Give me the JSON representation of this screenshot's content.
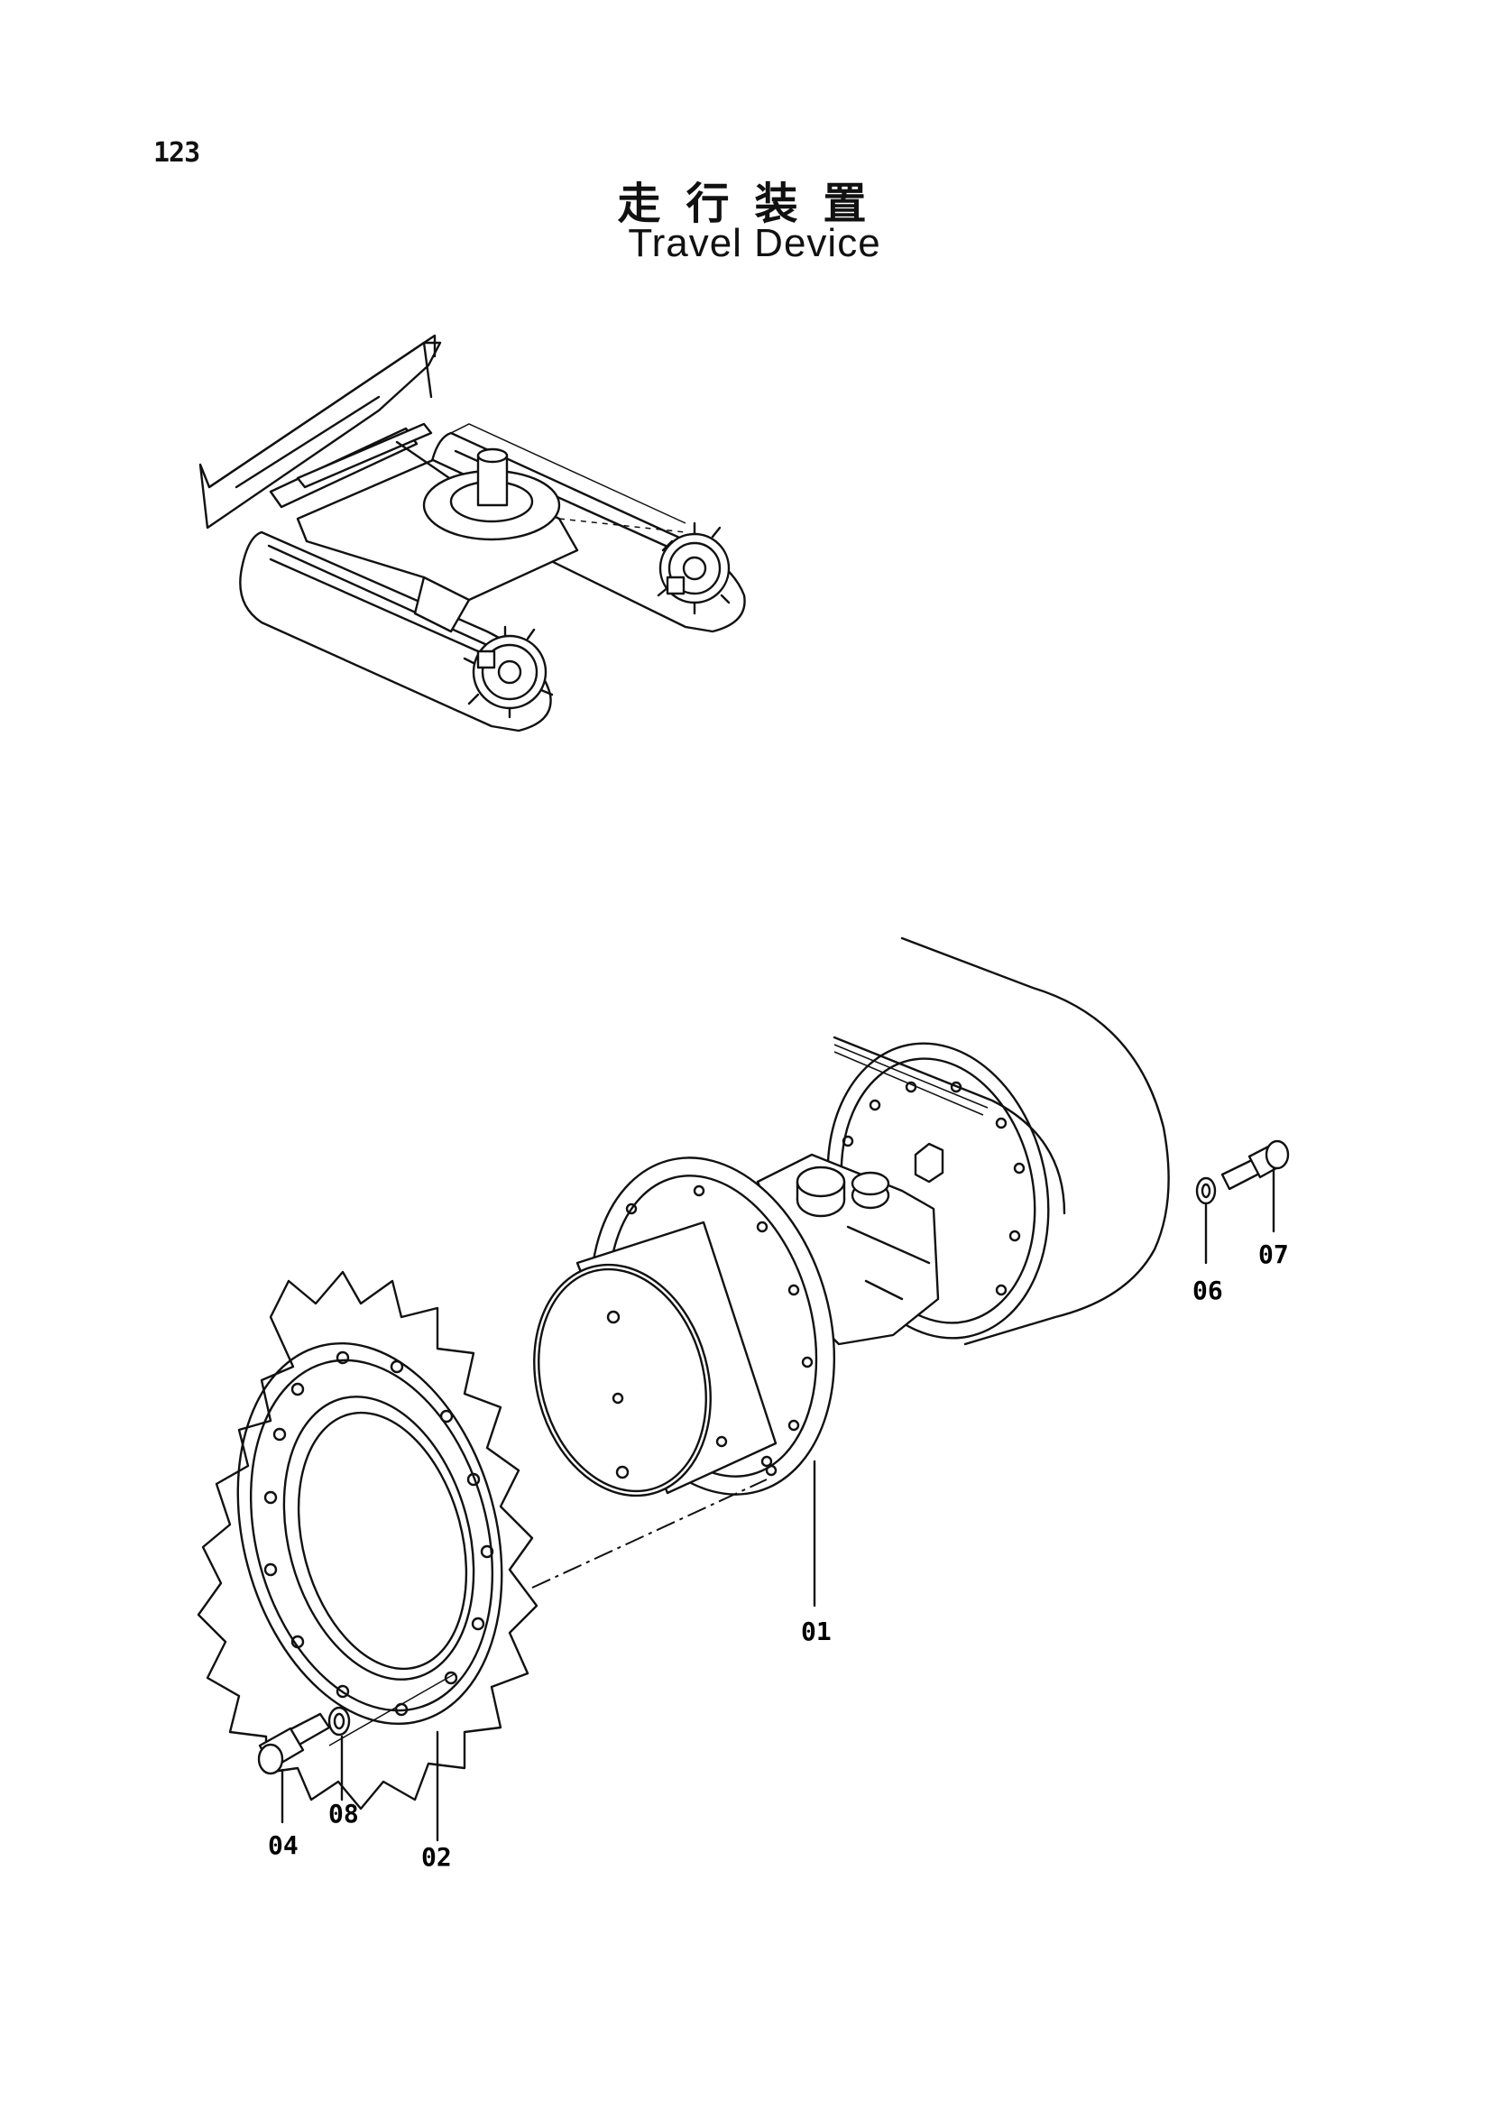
{
  "page_number": "123",
  "title_jp": "走行装置",
  "title_en": "Travel Device",
  "callouts": {
    "c01": "01",
    "c02": "02",
    "c04": "04",
    "c06": "06",
    "c07": "07",
    "c08": "08"
  }
}
